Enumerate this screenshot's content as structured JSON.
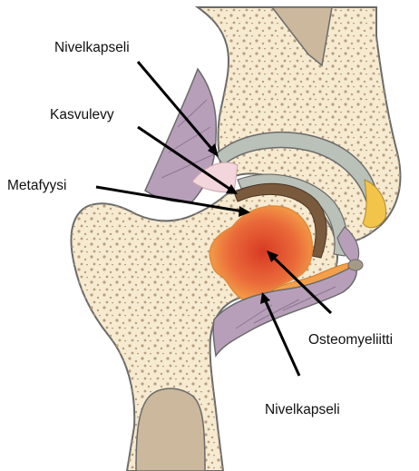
{
  "labels": {
    "capsule_top": "Nivelkapseli",
    "growth_plate": "Kasvulevy",
    "metaphysis": "Metafyysi",
    "osteomyelitis": "Osteomyeliitti",
    "capsule_bottom": "Nivelkapseli"
  },
  "colors": {
    "bone": "#f6ead0",
    "bone_outline": "#6b6b6b",
    "spongy_dots": "#b89e7f",
    "cartilage": "#b9c1b8",
    "capsule": "#b79fba",
    "pale_pink": "#f3d6dc",
    "infection_center": "#e24a2e",
    "infection_edge": "#f6b04c",
    "growth_plate": "#7a5a3c",
    "fat_yellow": "#f3c44a",
    "leader_lines": "#000000"
  }
}
